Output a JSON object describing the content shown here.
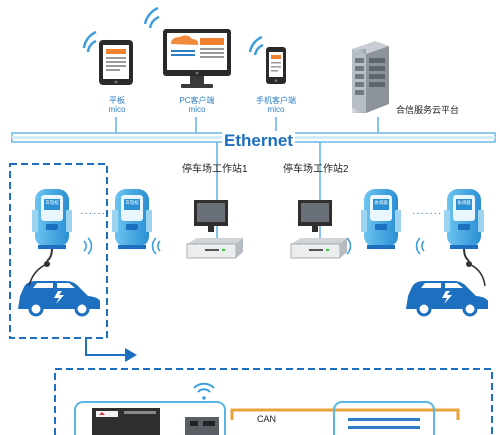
{
  "devices": {
    "tablet": {
      "name": "平板",
      "sub": "mico"
    },
    "pc": {
      "name": "PC客户端",
      "sub": "mico"
    },
    "phone": {
      "name": "手机客户端",
      "sub": "mico"
    },
    "cloud": {
      "name": "合信服务云平台"
    }
  },
  "network": {
    "label": "Ethernet"
  },
  "stations": [
    {
      "name": "停车场工作站1"
    },
    {
      "name": "停车场工作站2"
    }
  ],
  "piles": {
    "left_a": "充电桩",
    "left_b": "充电桩",
    "right_a": "协调器",
    "right_b": "协调器",
    "dots": "·······"
  },
  "bus": {
    "label": "CAN"
  },
  "icons": [
    "wifi-icon",
    "tablet-icon",
    "monitor-icon",
    "phone-icon",
    "server-icon",
    "charging-pile-icon",
    "electric-car-icon",
    "workstation-icon",
    "controller-icon"
  ],
  "colors": {
    "accent": "#1d6fc0",
    "light_blue": "#5ab4e5",
    "orange": "#e8a33a",
    "dark": "#333333"
  }
}
